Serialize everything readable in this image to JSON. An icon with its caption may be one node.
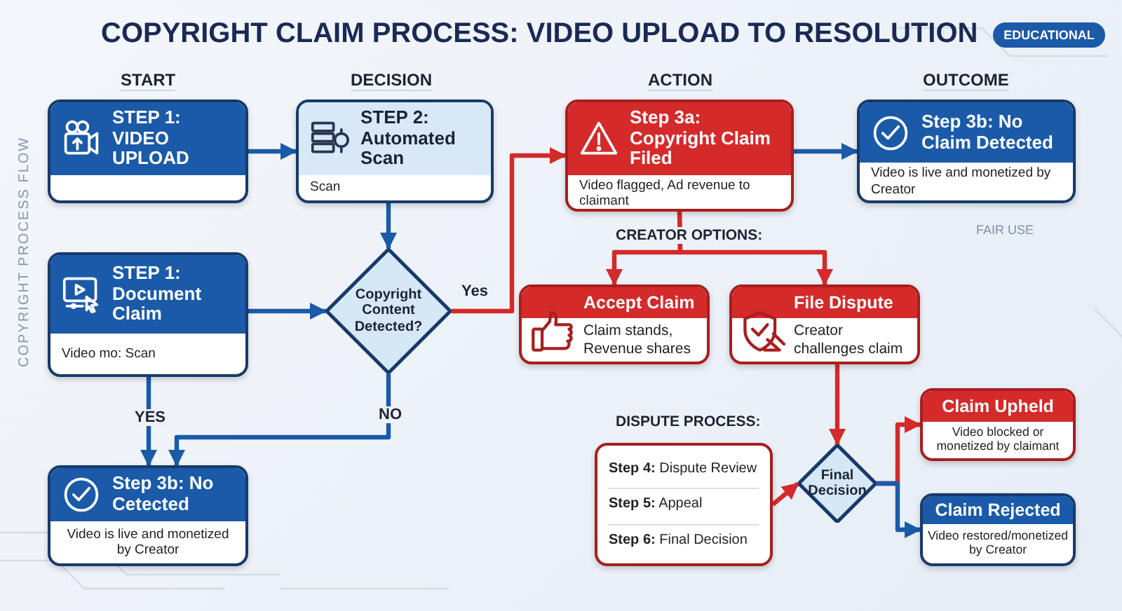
{
  "diagram": {
    "title": "COPYRIGHT CLAIM PROCESS: VIDEO UPLOAD TO RESOLUTION",
    "nodes": [
      {
        "text": [
          "STEP 1: VIDEO UPLOAD"
        ]
      },
      {
        "text": [
          "STEP 2: Automated Scan",
          "Scan"
        ]
      },
      {
        "text": [
          "Step 3a: Copyright Claim Filed",
          "Video flagged, Ad revenue to claimant"
        ]
      },
      {
        "text": [
          "Step 3b: No Claim Detected",
          "Video is live and monetized by Creator"
        ]
      },
      {
        "text": [
          "STEP 1: Document Claim",
          "Video mo: Scan"
        ]
      },
      {
        "text": [
          "Copyright Content Detected?"
        ]
      },
      {
        "text": [
          "Accept Claim",
          "Claim stands, Revenue shares"
        ]
      },
      {
        "text": [
          "File Dispute",
          "Creator challenges claim"
        ]
      },
      {
        "text": [
          "Step 3b: No Cetected",
          "Video is live and monetized by Creator"
        ]
      },
      {
        "text": [
          "**Step 4:** Dispute Review",
          "**Step 5:** Appeal",
          "**Step 6:** Final Decision"
        ]
      },
      {
        "text": [
          "Final Decision"
        ]
      },
      {
        "text": [
          "Claim Upheld",
          "Video blocked or monetized by claimant"
        ]
      },
      {
        "text": [
          "Claim Rejected",
          "Video restored/monetized by Creator"
        ]
      }
    ],
    "edges": [
      {
        "from": 0,
        "to": 1,
        "arrow": "to"
      },
      {
        "from": 1,
        "to": 5,
        "arrow": "to"
      },
      {
        "from": 4,
        "to": 5,
        "arrow": "to"
      },
      {
        "from": 5,
        "to": 2,
        "arrow": "to",
        "label": "Yes",
        "color": "#d42a2a"
      },
      {
        "from": 2,
        "to": 3,
        "arrow": "to"
      },
      {
        "from": 2,
        "to": 6,
        "arrow": "to",
        "color": "#d42a2a"
      },
      {
        "from": 2,
        "to": 7,
        "arrow": "to",
        "color": "#d42a2a"
      },
      {
        "from": 4,
        "to": 8,
        "arrow": "to",
        "label": "YES"
      },
      {
        "from": 5,
        "to": 8,
        "arrow": "to",
        "label": "NO"
      },
      {
        "from": 7,
        "to": 10,
        "arrow": "to",
        "color": "#d42a2a"
      },
      {
        "from": 9,
        "to": 10,
        "arrow": "to",
        "color": "#d42a2a"
      },
      {
        "from": 10,
        "to": 11,
        "arrow": "to",
        "color": "#d42a2a"
      },
      {
        "from": 10,
        "to": 12,
        "arrow": "to"
      }
    ],
    "labels": [
      "EDUCATIONAL",
      "START",
      "DECISION",
      "ACTION",
      "OUTCOME",
      "COPYRIGHT PROCESS FLOW",
      "FAIR USE",
      "CREATOR OPTIONS:",
      "DISPUTE PROCESS:"
    ]
  }
}
